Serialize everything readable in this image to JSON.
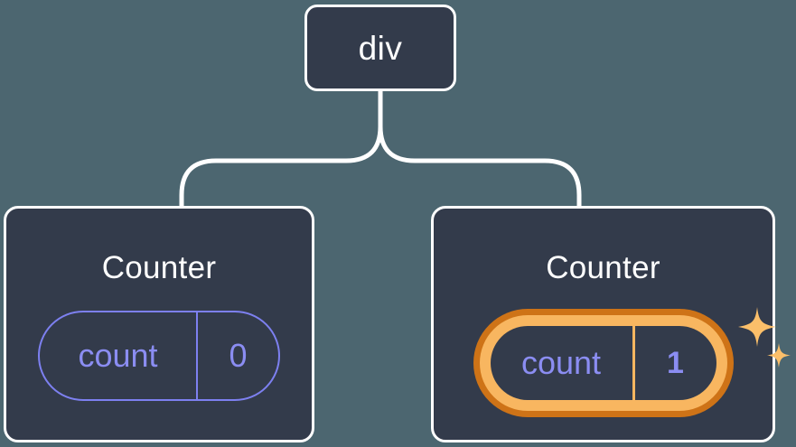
{
  "diagram": {
    "type": "component-tree",
    "background_color": "#4c6670",
    "node_fill": "#333b4b",
    "node_border": "#ffffff",
    "state_color": "#8b8df2",
    "highlight_outer_color": "#ce7317",
    "highlight_inner_color": "#f8b660",
    "sparkle_color": "#fbbf6a",
    "root": {
      "label": "div"
    },
    "children": [
      {
        "title": "Counter",
        "state_key": "count",
        "state_value": "0",
        "highlighted": false
      },
      {
        "title": "Counter",
        "state_key": "count",
        "state_value": "1",
        "highlighted": true
      }
    ],
    "icons": {
      "sparkle_large": "sparkle-icon",
      "sparkle_small": "sparkle-icon"
    }
  }
}
